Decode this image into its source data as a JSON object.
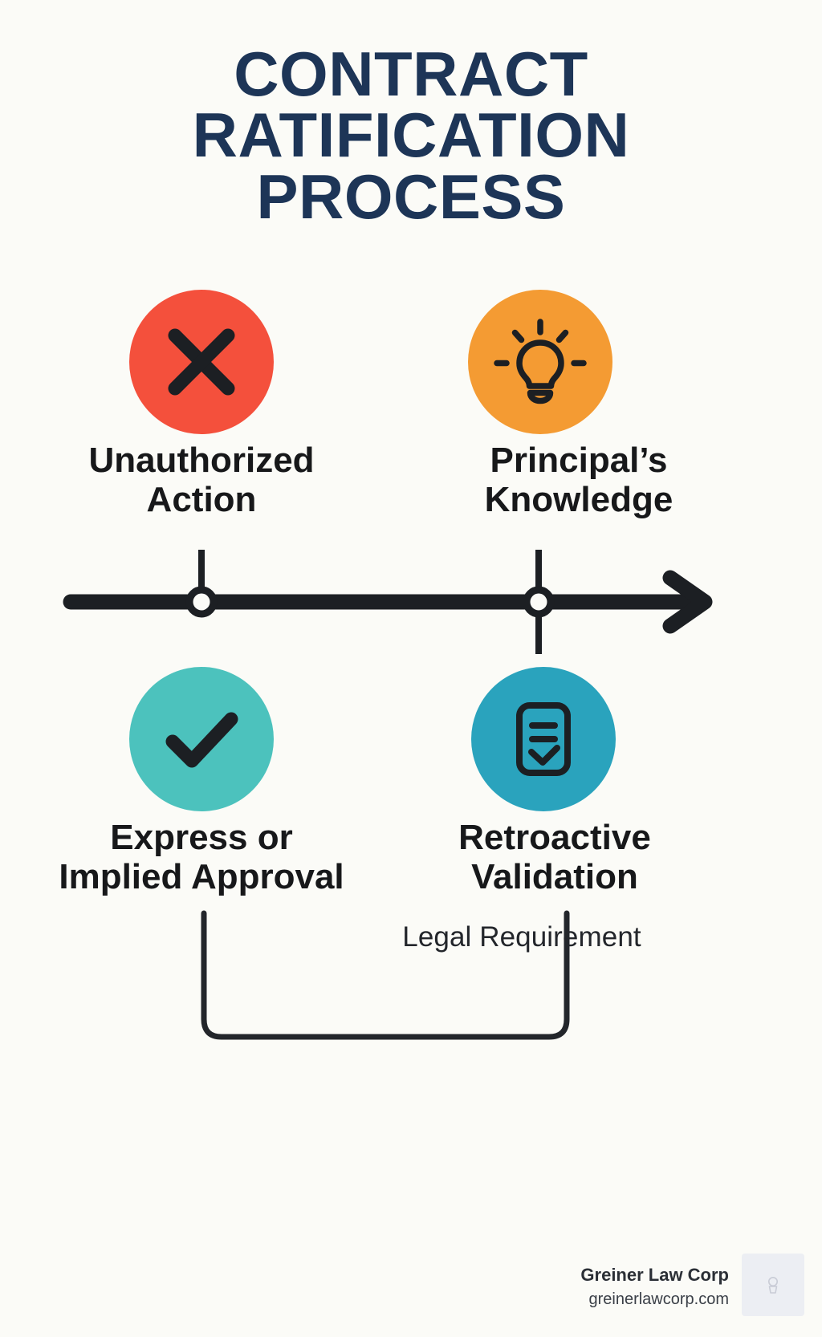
{
  "page": {
    "background_color": "#fbfbf7",
    "title_color": "#1d3557",
    "text_color": "#17181a"
  },
  "header": {
    "title_line1": "CONTRACT",
    "title_line2": "RATIFICATION",
    "title_line3": "PROCESS"
  },
  "diagram": {
    "type": "timeline",
    "caption": "Legal Requirement",
    "nodes": [
      {
        "id": "unauthorized-action",
        "label_line1": "Unauthorized",
        "label_line2": "Action",
        "icon": "x-cross-icon",
        "color": "#f4503c",
        "position": "top-left"
      },
      {
        "id": "principals-knowledge",
        "label_line1": "Principal’s",
        "label_line2": "Knowledge",
        "icon": "lightbulb-icon",
        "color": "#f49b33",
        "position": "top-right"
      },
      {
        "id": "express-or-implied-approval",
        "label_line1": "Express or",
        "label_line2": "Implied Approval",
        "icon": "checkmark-icon",
        "color": "#4cc2bd",
        "position": "bottom-left"
      },
      {
        "id": "retroactive-validation",
        "label_line1": "Retroactive",
        "label_line2": "Validation",
        "icon": "document-check-icon",
        "color": "#2aa3bd",
        "position": "bottom-right"
      }
    ],
    "axis": {
      "direction": "left-to-right",
      "arrowhead": true,
      "marker_count": 2,
      "line_color": "#1c1f23"
    }
  },
  "footer": {
    "brand_name": "Greiner Law Corp",
    "website": "greinerlawcorp.com",
    "logo": "logo-placeholder"
  }
}
